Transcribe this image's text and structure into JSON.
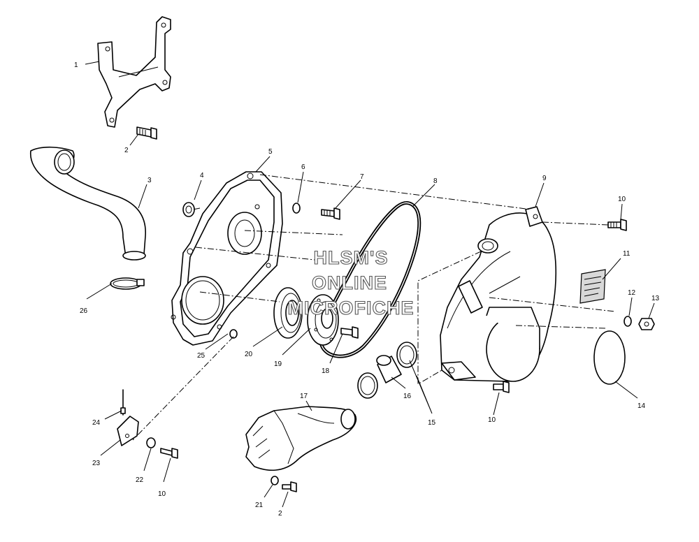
{
  "watermark": {
    "line1": "HLSM'S",
    "line2": "ONLINE",
    "line3": "MICROFICHE"
  },
  "callouts": [
    {
      "id": "c1",
      "label": "1"
    },
    {
      "id": "c2a",
      "label": "2"
    },
    {
      "id": "c3",
      "label": "3"
    },
    {
      "id": "c4",
      "label": "4"
    },
    {
      "id": "c5",
      "label": "5"
    },
    {
      "id": "c6",
      "label": "6"
    },
    {
      "id": "c7",
      "label": "7"
    },
    {
      "id": "c8",
      "label": "8"
    },
    {
      "id": "c9",
      "label": "9"
    },
    {
      "id": "c10a",
      "label": "10"
    },
    {
      "id": "c11",
      "label": "11"
    },
    {
      "id": "c12",
      "label": "12"
    },
    {
      "id": "c13",
      "label": "13"
    },
    {
      "id": "c14",
      "label": "14"
    },
    {
      "id": "c15",
      "label": "15"
    },
    {
      "id": "c16",
      "label": "16"
    },
    {
      "id": "c17",
      "label": "17"
    },
    {
      "id": "c18",
      "label": "18"
    },
    {
      "id": "c19",
      "label": "19"
    },
    {
      "id": "c20",
      "label": "20"
    },
    {
      "id": "c21",
      "label": "21"
    },
    {
      "id": "c2b",
      "label": "2"
    },
    {
      "id": "c22",
      "label": "22"
    },
    {
      "id": "c10b",
      "label": "10"
    },
    {
      "id": "c23",
      "label": "23"
    },
    {
      "id": "c24",
      "label": "24"
    },
    {
      "id": "c25",
      "label": "25"
    },
    {
      "id": "c26",
      "label": "26"
    },
    {
      "id": "c10c",
      "label": "10"
    }
  ]
}
